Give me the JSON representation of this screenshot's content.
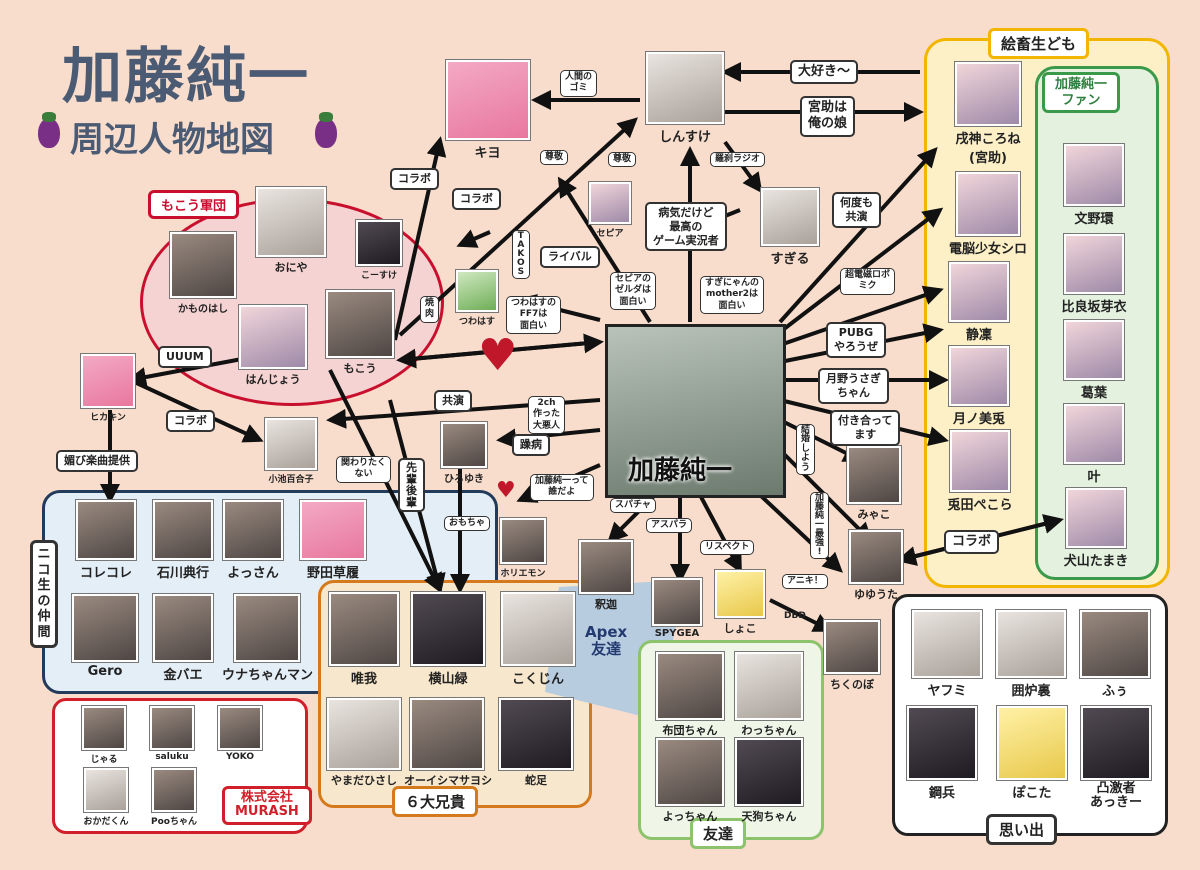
{
  "header": {
    "title": "加藤純一",
    "subtitle": "周辺人物地図"
  },
  "center": {
    "name": "加藤純一"
  },
  "groups": {
    "mokou": "もこう軍団",
    "nico": "ニコ生の仲間",
    "murash": "株式会社\nMURASH",
    "anikki": "６大兄貴",
    "tomodachi": "友達",
    "apex": "Apex\n友達",
    "omoide": "思い出",
    "echiku": "絵畜生ども",
    "fan": "加藤純一\nファン"
  },
  "people": {
    "shinsuke": "しんすけ",
    "kiyo": "キヨ",
    "seppia": "セピア",
    "sugiru": "すぎる",
    "oniya": "おにや",
    "kosuke": "こーすけ",
    "kamonohashi": "かものはし",
    "tsuwahasu": "つわはす",
    "hanjou": "はんじょう",
    "mokou": "もこう",
    "hikakin": "ヒカキン",
    "koike": "小池百合子",
    "hiroyuki": "ひろゆき",
    "horiemon": "ホリエモン",
    "korekore": "コレコレ",
    "ishikawa": "石川典行",
    "yossan": "よっさん",
    "noda": "野田草履",
    "gero": "Gero",
    "kinbae": "金バエ",
    "unachan": "ウナちゃんマン",
    "jiru": "じゃる",
    "saluku": "saluku",
    "yoko": "YOKO",
    "okada": "おかだくん",
    "poo": "Pooちゃん",
    "yuiga": "唯我",
    "yokoyama": "横山緑",
    "kokujin": "こくじん",
    "yamada": "やまだひさし",
    "oishima": "オーイシマサヨシ",
    "dasoku": "蛇足",
    "shaka": "釈迦",
    "spygea": "SPYGEA",
    "shoko": "しょこ",
    "futon": "布団ちゃん",
    "wacchan": "わっちゃん",
    "yocchan": "よっちゃん",
    "tengu": "天狗ちゃん",
    "chikunobo": "ちくのぼ",
    "miyako": "みゃこ",
    "yuuta": "ゆゆうた",
    "korone": "戌神ころね\n(宮助)",
    "siro": "電脳少女シロ",
    "rin": "静凜",
    "mito": "月ノ美兎",
    "pekora": "兎田ぺこら",
    "fumino": "文野環",
    "hirasaka": "比良坂芽衣",
    "kuzuha": "葛葉",
    "kanae": "叶",
    "tamaki": "犬山たまき",
    "yafumi": "ヤフミ",
    "irori": "囲炉裏",
    "fuu": "ふぅ",
    "douhei": "鋼兵",
    "pokota": "ぽこた",
    "akki": "凸激者\nあっきー"
  },
  "edges": {
    "ningen_gomi": "人間の\nゴミ",
    "daisuki": "大好き～",
    "musume": "宮助は\n俺の娘",
    "sonkei1": "尊敬",
    "sonkei2": "尊敬",
    "rasetsu": "羅刹ラジオ",
    "collab1": "コラボ",
    "collab2": "コラボ",
    "takos": "T\nA\nK\nO\nS",
    "raibaru": "ライバル",
    "byouki": "病気だけど\n最高の\nゲーム実況者",
    "nandomo": "何度も\n共演",
    "zelda": "セピアの\nゼルダは\n面白い",
    "mother2": "すぎにゃんの\nmother2は\n面白い",
    "miku": "超電磁ロボ\nミク",
    "yakiniku": "焼\n肉",
    "ff7": "つわはすの\nFF7は\n面白い",
    "uuum": "UUUM",
    "pubg": "PUBG\nやろうぜ",
    "usagi": "月野うさぎ\nちゃん",
    "tsukiau": "付き合って\nます",
    "kyouen": "共演",
    "collab3": "コラボ",
    "nichan": "2ch\n作った\n大悪人",
    "soubyou": "躁病",
    "kekkon": "結\n婚\nし\nよ\nう",
    "kobi": "媚び楽曲提供",
    "kakawari": "関わりたく\nない",
    "senpai": "先\n輩\n後\n輩",
    "omocha": "おもちゃ",
    "dareda": "加藤純一って\n誰だよ",
    "supacha": "スパチャ",
    "asupara": "アスパラ",
    "respect": "リスペクト",
    "saikyou": "加\n藤\n純\n一\n最\n強\n!",
    "aniki": "アニキ！",
    "dbd": "DBD",
    "collab4": "コラボ"
  },
  "colors": {
    "background": "#f8ddcc",
    "mokou_group": "#c8102e",
    "nico_group": "#233b5a",
    "murash_group": "#d01f2a",
    "anikki_group": "#d47a1d",
    "tomodachi_group": "#8cc36c",
    "omoide_group": "#222222",
    "echiku_group": "#f2b500",
    "fan_group": "#3a9a4a",
    "heart": "#c0182a",
    "title": "#4c5b74"
  }
}
